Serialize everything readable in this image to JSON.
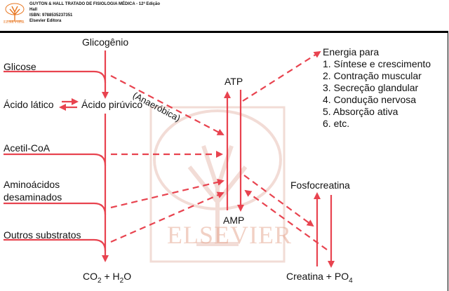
{
  "header": {
    "logo_word": "ELSEVIER",
    "book_title": "GUYTON & HALL TRATADO DE FISIOLOGIA MÉDICA - 12ª Edição",
    "author": "Hall",
    "isbn": "ISBN: 9788535237351",
    "publisher": "Elsevier Editora"
  },
  "watermark": {
    "text": "ELSEVIER"
  },
  "labels": {
    "glicogenio": "Glicogênio",
    "glicose": "Glicose",
    "acido_latico": "Ácido lático",
    "acido_piruvico": "Ácido pirúvico",
    "acetil_coa": "Acetil-CoA",
    "aminoacidos_1": "Aminoácidos",
    "aminoacidos_2": "desaminados",
    "outros": "Outros substratos",
    "co2": "CO",
    "co2_sub": "2",
    "co2_rest": " + H",
    "h2o_sub": "2",
    "h2o_rest": "O",
    "anaerobica": "(Anaeróbica)",
    "atp": "ATP",
    "amp": "AMP",
    "fosfocreatina": "Fosfocreatina",
    "creatina": "Creatina + PO",
    "creatina_sub": "4"
  },
  "energy": {
    "title": "Energia para",
    "items": [
      "1. Síntese e crescimento",
      "2. Contração muscular",
      "3. Secreção glandular",
      "4. Condução nervosa",
      "5. Absorção ativa",
      "6. etc."
    ]
  },
  "colors": {
    "arrow": "#e8434f",
    "text": "#111111"
  }
}
